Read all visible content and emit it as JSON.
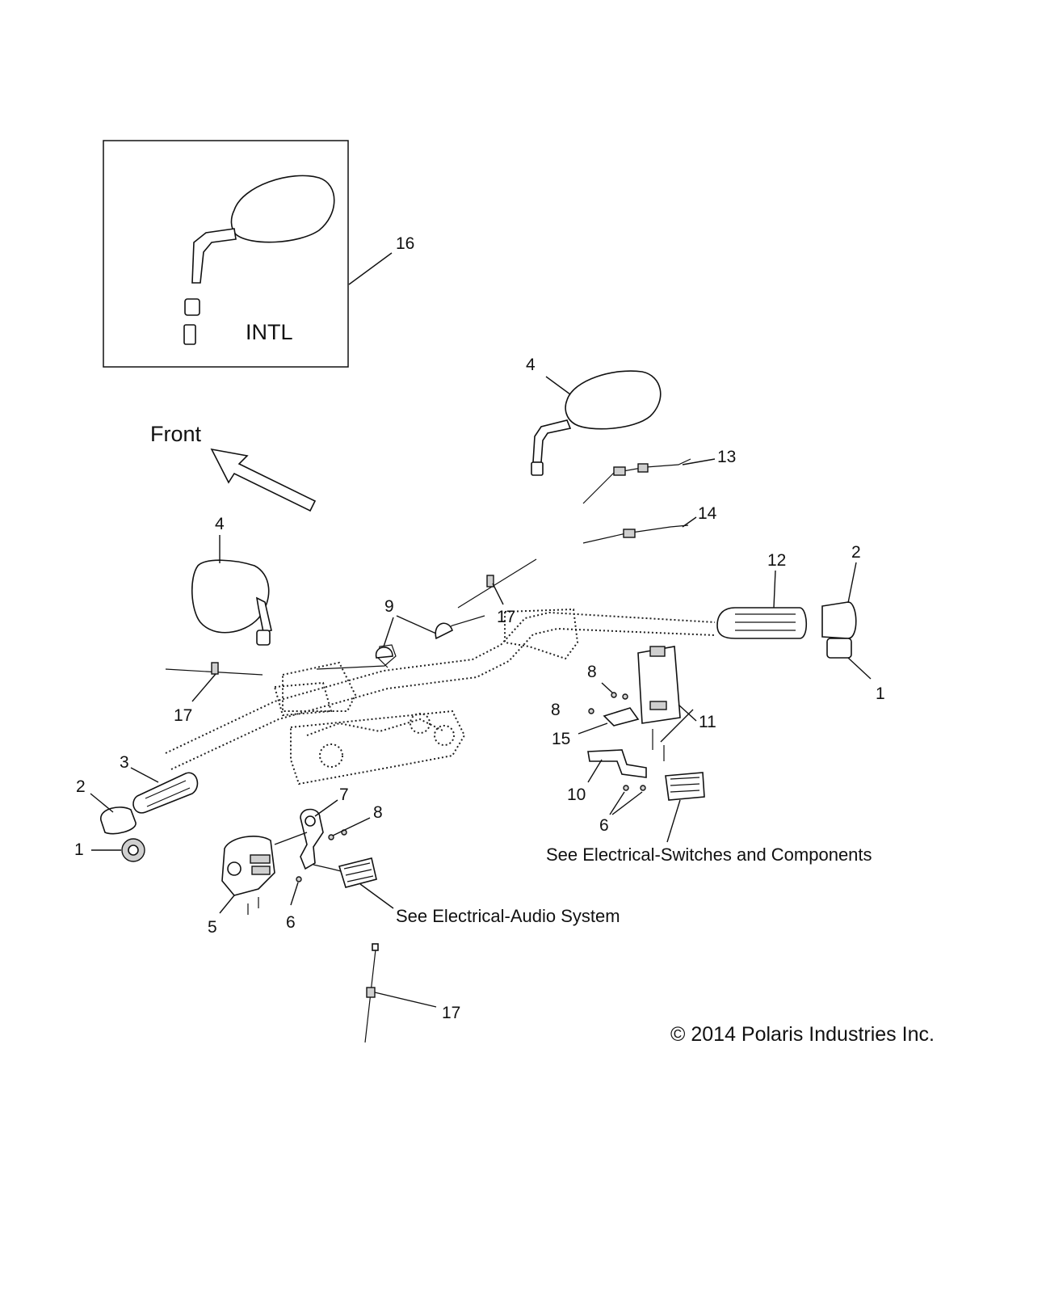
{
  "inset_label": "INTL",
  "front_label": "Front",
  "callouts": {
    "c16": "16",
    "c4_right": "4",
    "c13": "13",
    "c14": "14",
    "c4_left": "4",
    "c9": "9",
    "c17_top": "17",
    "c12": "12",
    "c2_right": "2",
    "c1_right": "1",
    "c8_a": "8",
    "c8_b": "8",
    "c11": "11",
    "c15": "15",
    "c17_left": "17",
    "c3": "3",
    "c2_left": "2",
    "c1_left": "1",
    "c7": "7",
    "c8_left": "8",
    "c10": "10",
    "c6_right": "6",
    "c5": "5",
    "c6_left": "6",
    "c17_bottom": "17"
  },
  "notes": {
    "switches": "See Electrical-Switches and Components",
    "audio": "See Electrical-Audio System"
  },
  "copyright": "© 2014 Polaris Industries Inc."
}
